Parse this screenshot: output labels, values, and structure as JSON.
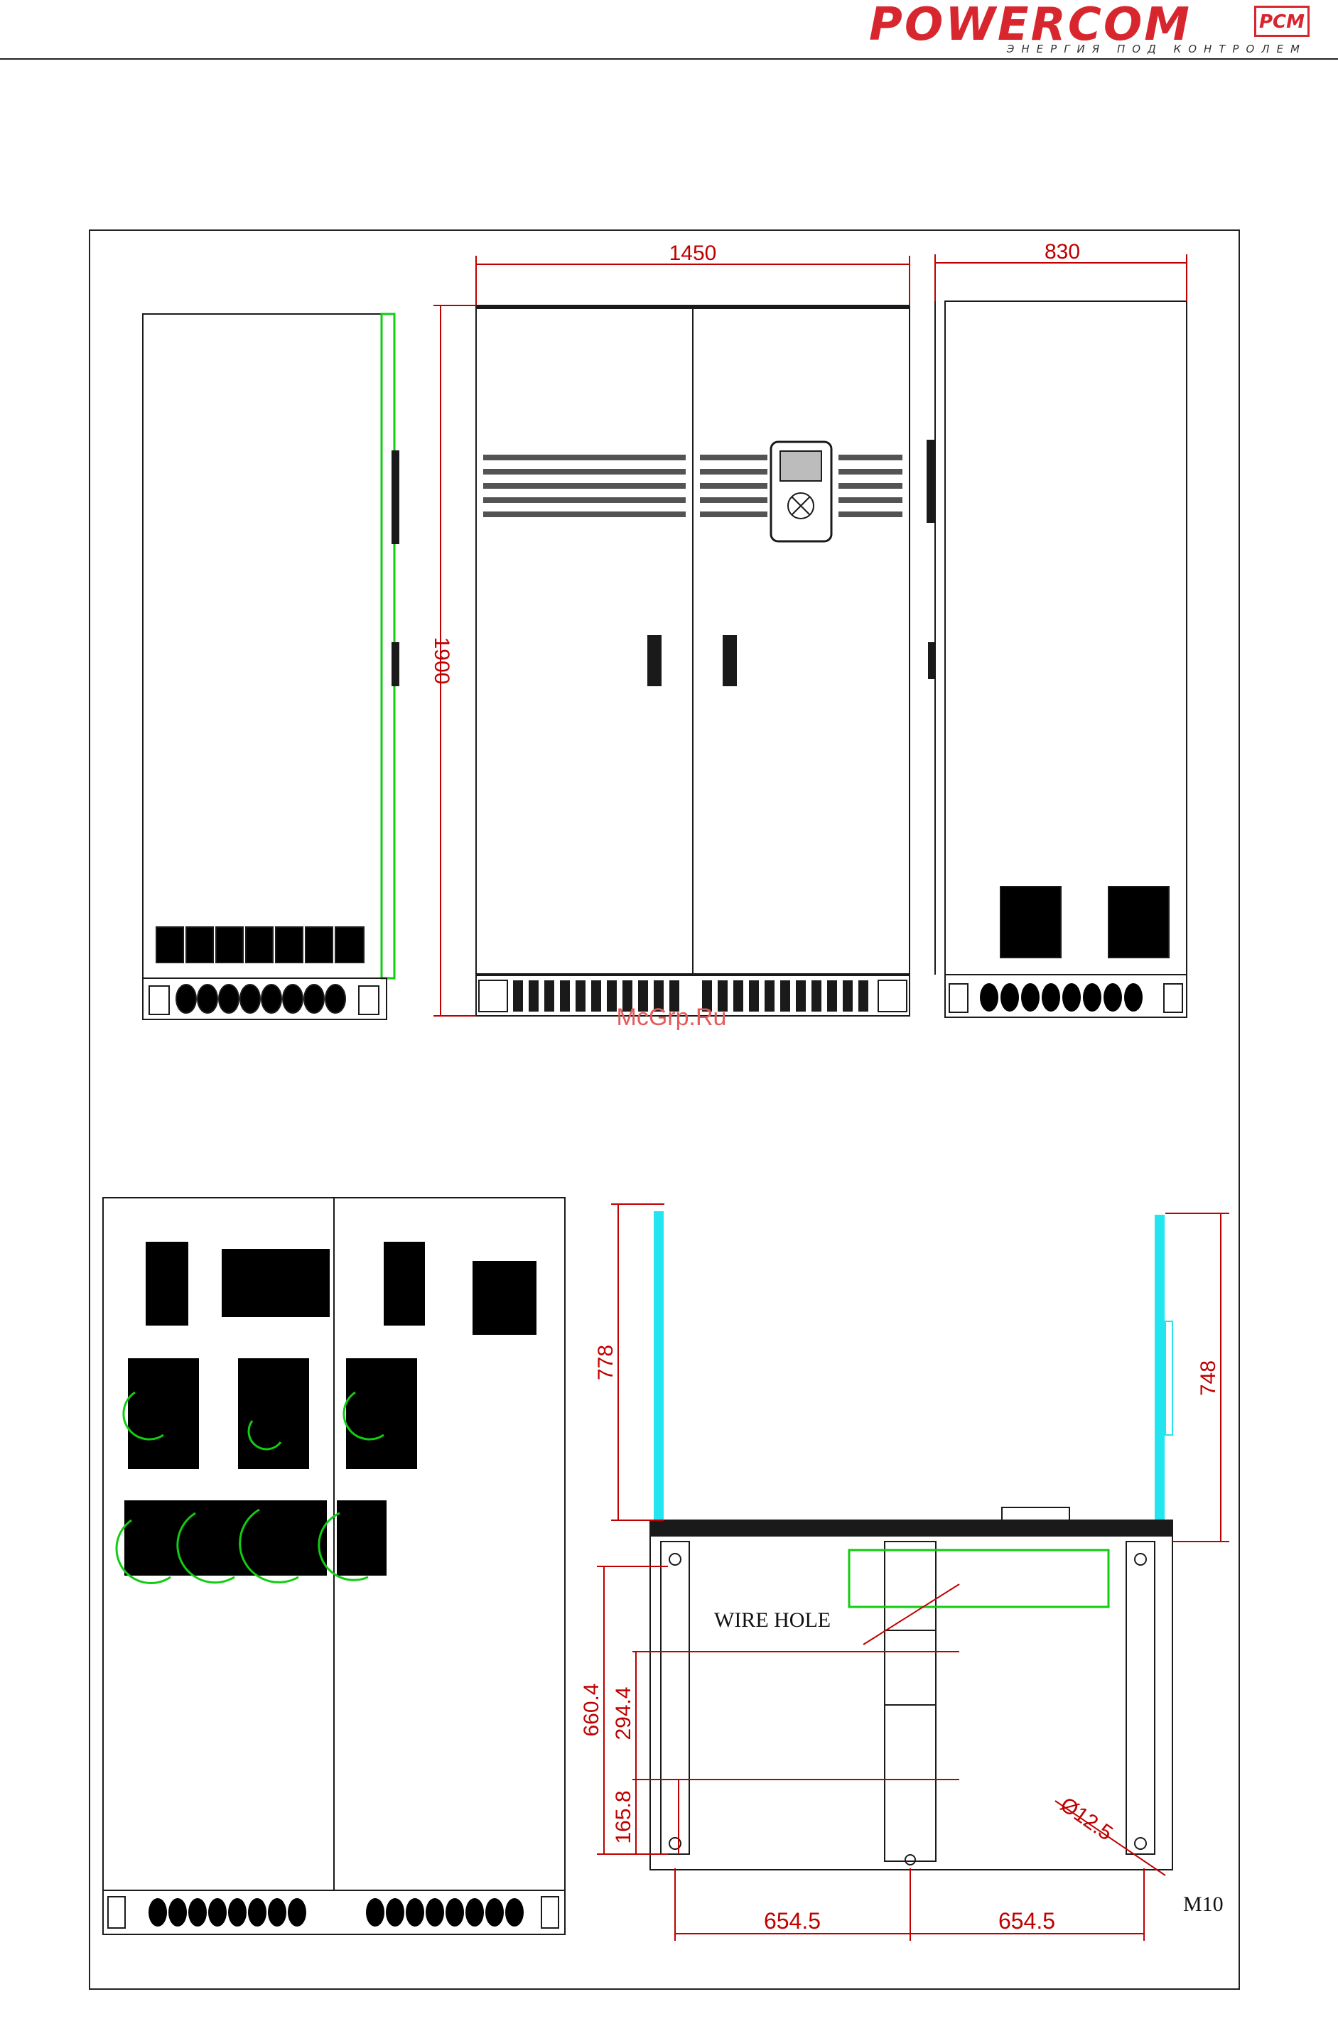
{
  "header": {
    "brand": "POWERCOM",
    "badge": "PCM",
    "tagline": "ЭНЕРГИЯ ПОД КОНТРОЛЕМ"
  },
  "watermark": "McGrp.Ru",
  "dimensions": {
    "front_width": "1450",
    "side_depth": "830",
    "height": "1900",
    "left_upper": "778",
    "right_upper": "748",
    "base_660": "660.4",
    "base_294": "294.4",
    "base_165": "165.8",
    "base_left": "654.5",
    "base_right": "654.5",
    "hole_dia": "Ø12.5",
    "bolt": "M10"
  },
  "labels": {
    "wire_hole": "WIRE HOLE"
  },
  "colors": {
    "dimension": "#c00000",
    "outline": "#1a1a1a",
    "highlight_green": "#11cc11",
    "highlight_cyan": "#22e5f0",
    "brand_red": "#d8262e"
  }
}
